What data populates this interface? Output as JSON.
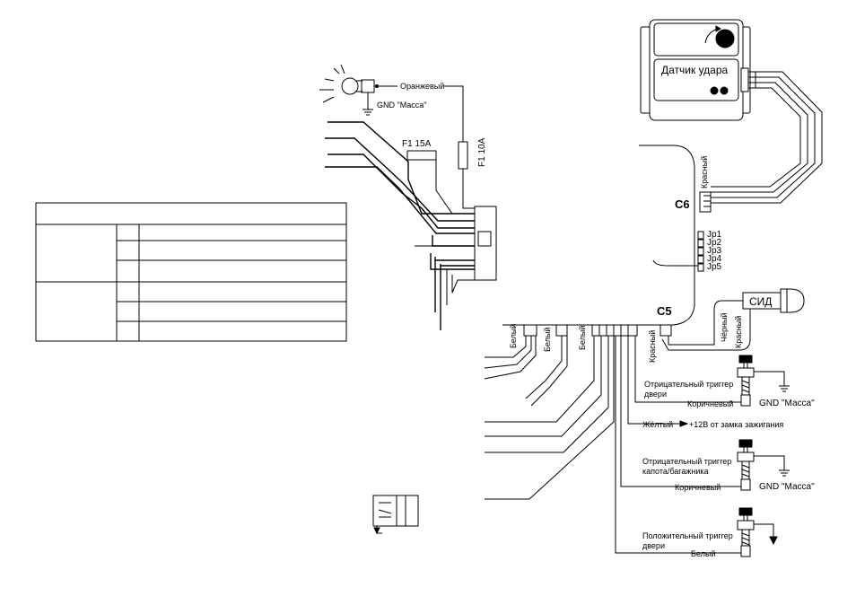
{
  "sensor": {
    "title": "Датчик удара"
  },
  "lamp": {
    "wire_label": "Оранжевый",
    "ground_label": "GND \"Масса\""
  },
  "fuses": {
    "f1": "F1 15A",
    "f2": "F1 10A"
  },
  "connectors": {
    "c6": "C6",
    "c5": "C5",
    "c6_wire": "Красный",
    "jumpers": [
      "Jp1",
      "Jp2",
      "Jp3",
      "Jp4",
      "Jp5"
    ]
  },
  "led": {
    "label": "СИД",
    "wire_black": "Чёрный",
    "wire_red": "Красный"
  },
  "bottom_wires": {
    "white1": "Белый",
    "white2": "Белый",
    "white3": "Белый",
    "red": "Красный"
  },
  "triggers": {
    "door_neg_line1": "Отрицательный триггер",
    "door_neg_line2": "двери",
    "door_neg_wire": "Коричневый",
    "door_neg_gnd": "GND \"Масса\"",
    "yellow_wire": "Жёлтый",
    "ignition": "+12В от замка зажигания",
    "hood_line1": "Отрицательный триггер",
    "hood_line2": "капота/багажника",
    "hood_wire": "Коричневый",
    "hood_gnd": "GND \"Масса\"",
    "door_pos_line1": "Положительный триггер",
    "door_pos_line2": "двери",
    "door_pos_wire": "Белый"
  }
}
